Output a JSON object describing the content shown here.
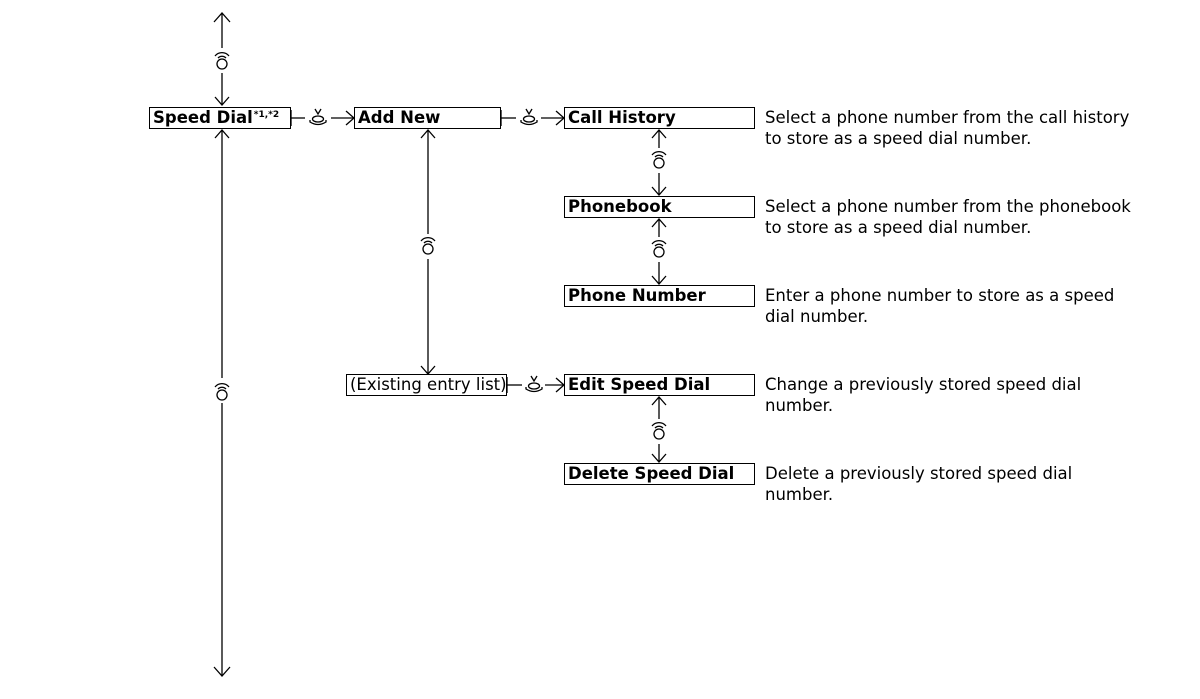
{
  "menu": {
    "root": {
      "label": "Speed Dial",
      "superscript": "*1,*2"
    },
    "add_new": "Add New",
    "existing_list": "(Existing entry list)",
    "items": [
      {
        "label": "Call History",
        "description": "Select a phone number from the call history to store as a speed dial number."
      },
      {
        "label": "Phonebook",
        "description": "Select a phone number from the phonebook to store as a speed dial number."
      },
      {
        "label": "Phone Number",
        "description": "Enter a phone number to store as a speed dial number."
      },
      {
        "label": "Edit Speed Dial",
        "description": "Change a previously stored speed dial number."
      },
      {
        "label": "Delete Speed Dial",
        "description": "Delete a previously stored speed dial number."
      }
    ]
  },
  "icons": {
    "rotate": "rotate-selector-icon",
    "press": "press-selector-icon"
  }
}
